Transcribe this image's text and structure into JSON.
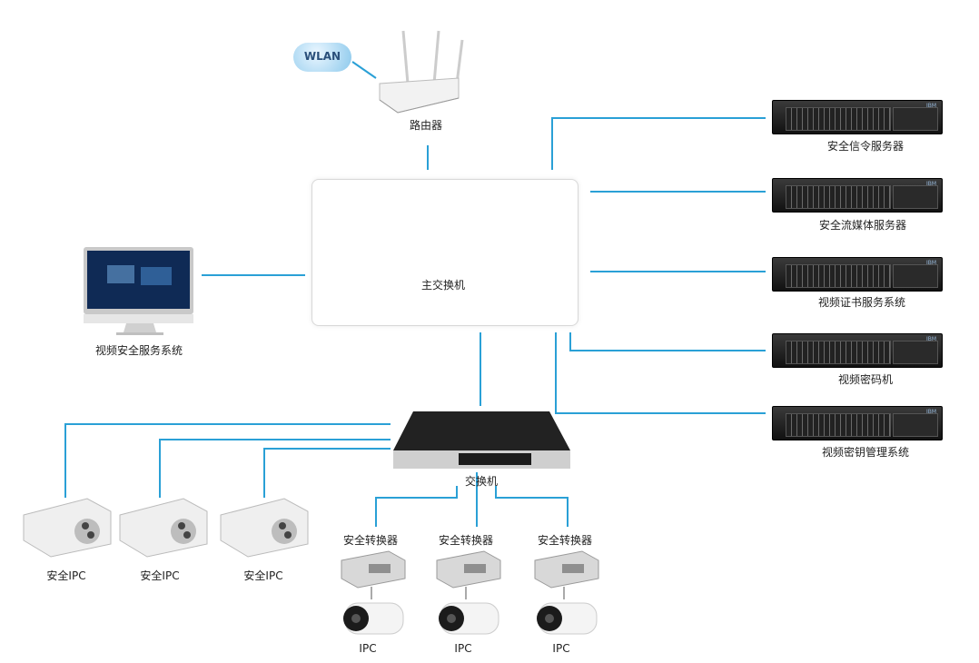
{
  "nodes": {
    "wlan": "WLAN",
    "router": "路由器",
    "main_switch": "主交换机",
    "video_security": "视频安全服务系统",
    "servers": [
      "安全信令服务器",
      "安全流媒体服务器",
      "视频证书服务系统",
      "视频密码机",
      "视频密钥管理系统"
    ],
    "switch": "交换机",
    "converters": [
      "安全转换器",
      "安全转换器",
      "安全转换器"
    ],
    "secure_ipcs": [
      "安全IPC",
      "安全IPC",
      "安全IPC"
    ],
    "ipcs": [
      "IPC",
      "IPC",
      "IPC"
    ]
  },
  "colors": {
    "wire": "#2aa0d6"
  }
}
